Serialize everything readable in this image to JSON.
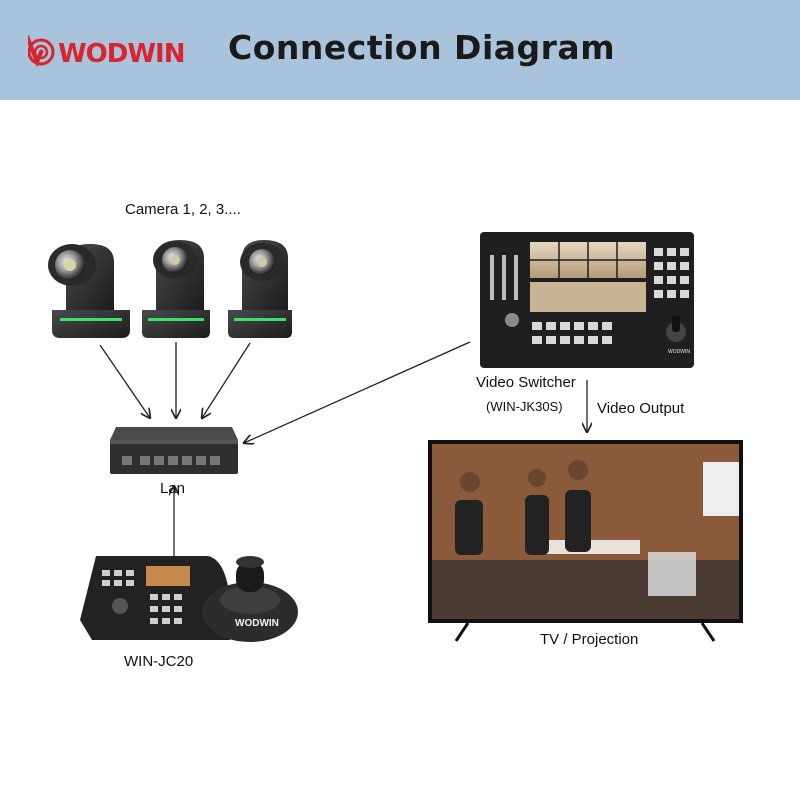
{
  "header": {
    "logo_text": "WODWIN",
    "title": "Connection Diagram",
    "bg_color": "#a9c3dd"
  },
  "devices": {
    "cameras_label": "Camera 1, 2, 3....",
    "lan_label": "Lan",
    "switcher_label": "Video Switcher",
    "switcher_model": "(WIN-JK30S)",
    "video_output_label": "Video Output",
    "tv_label": "TV / Projection",
    "controller_label": "WIN-JC20",
    "controller_brand": "WODWIN",
    "switcher_brand": "WODWIN"
  },
  "colors": {
    "logo_red": "#d9232d",
    "status_green": "#39e36a",
    "device_body": "#2b2b2b"
  },
  "icons": [
    "ptz-camera-icon",
    "network-switch-icon",
    "video-switcher-icon",
    "tv-icon",
    "ptz-controller-icon"
  ]
}
